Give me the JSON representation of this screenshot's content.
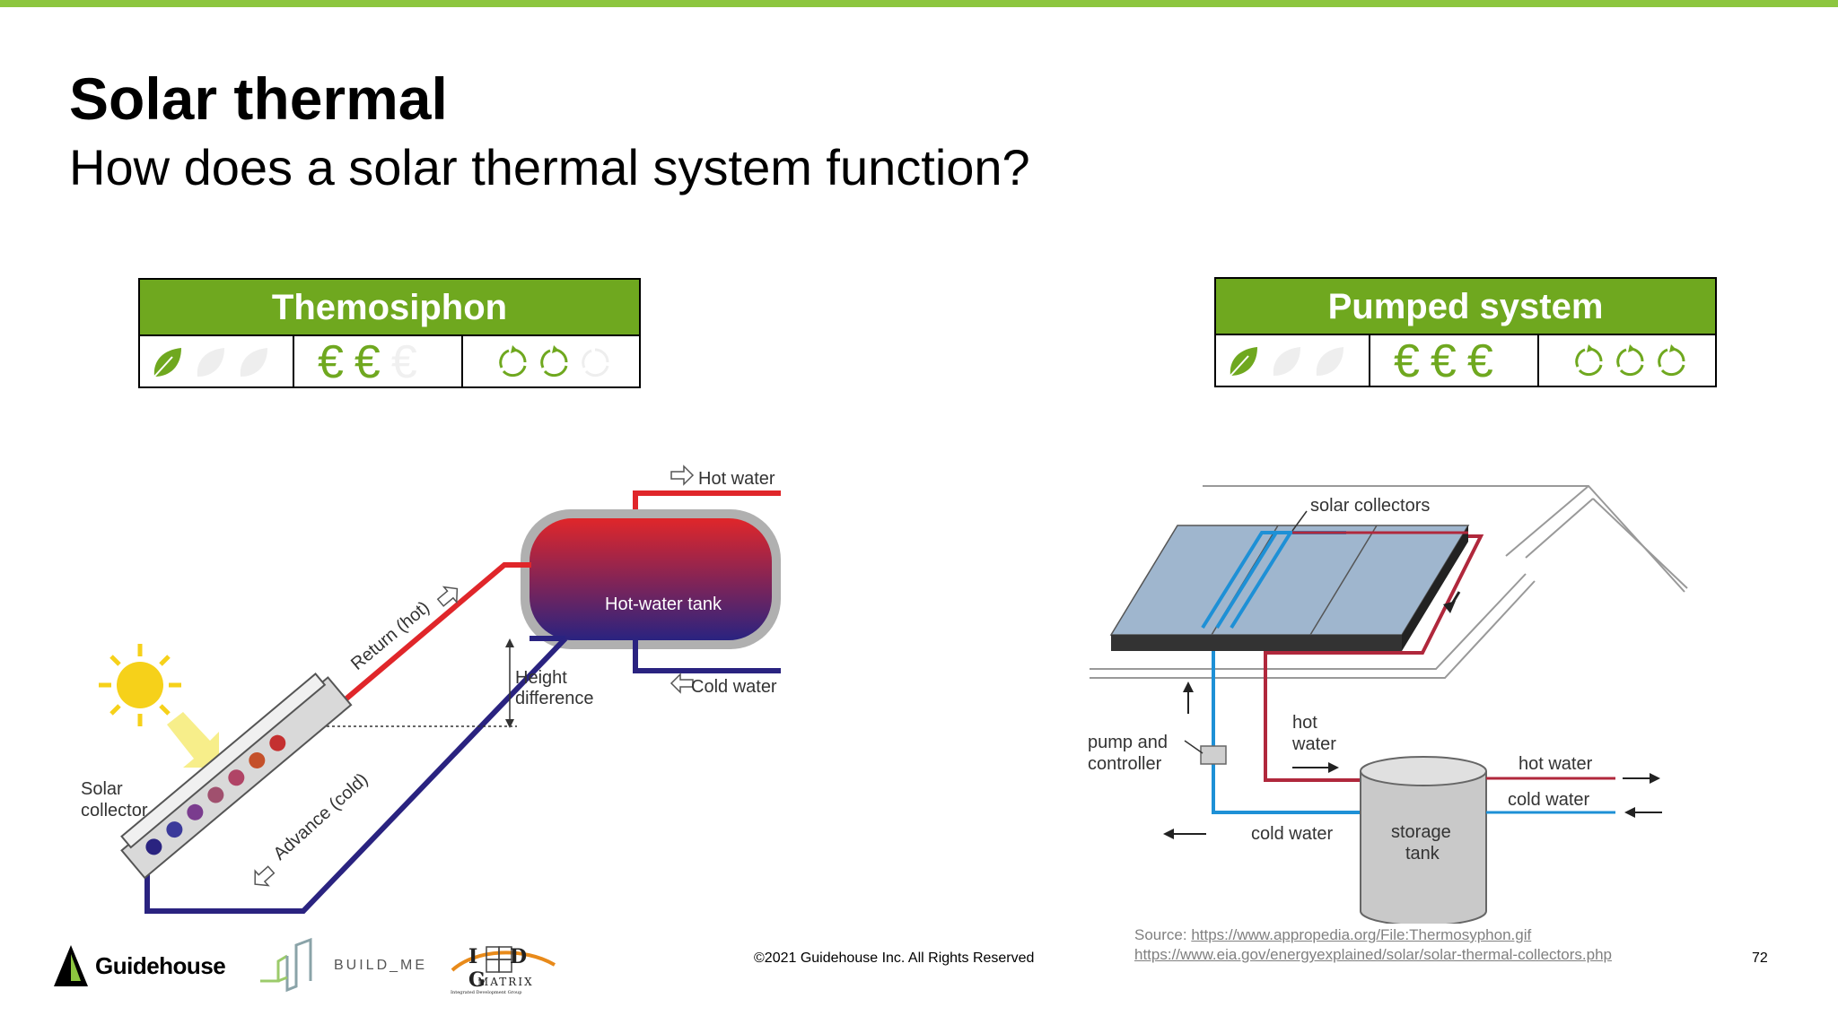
{
  "header": {
    "title": "Solar thermal",
    "subtitle": "How does a solar thermal system function?"
  },
  "ratings": {
    "left": {
      "title": "Themosiphon",
      "leaves": 1,
      "euros": 2,
      "cycles": 2,
      "max": 3,
      "euro_symbol": "€"
    },
    "right": {
      "title": "Pumped system",
      "leaves": 1,
      "euros": 3,
      "cycles": 3,
      "max": 3,
      "euro_symbol": "€"
    }
  },
  "left_diagram": {
    "hot_water": "Hot water",
    "tank": "Hot-water tank",
    "cold_water": "Cold water",
    "height_line1": "Height",
    "height_line2": "difference",
    "return": "Return (hot)",
    "advance": "Advance (cold)",
    "collector_line1": "Solar",
    "collector_line2": "collector"
  },
  "right_diagram": {
    "collectors": "solar collectors",
    "pump_line1": "pump and",
    "pump_line2": "controller",
    "hot_line1": "hot",
    "hot_line2": "water",
    "hot_water": "hot water",
    "cold_water_in": "cold water",
    "cold_water_out": "cold water",
    "tank_line1": "storage",
    "tank_line2": "tank"
  },
  "source": {
    "prefix": "Source: ",
    "link1": "https://www.appropedia.org/File:Thermosyphon.gif",
    "link2": "https://www.eia.gov/energyexplained/solar/solar-thermal-collectors.php"
  },
  "footer": {
    "guidehouse": "Guidehouse",
    "buildme": "BUILD_ME",
    "idg_letters": "I D G",
    "idg_matrix": "MATRIX",
    "idg_tagline": "Integrated Development Group",
    "copyright": "©2021 Guidehouse Inc. All Rights Reserved",
    "page": "72"
  },
  "colors": {
    "accent": "#8dc63f",
    "green": "#6fa81f",
    "hot": "#e0262a",
    "cold": "#2a2380",
    "pipe_blue": "#1e90d6",
    "pipe_red": "#b0283c"
  }
}
